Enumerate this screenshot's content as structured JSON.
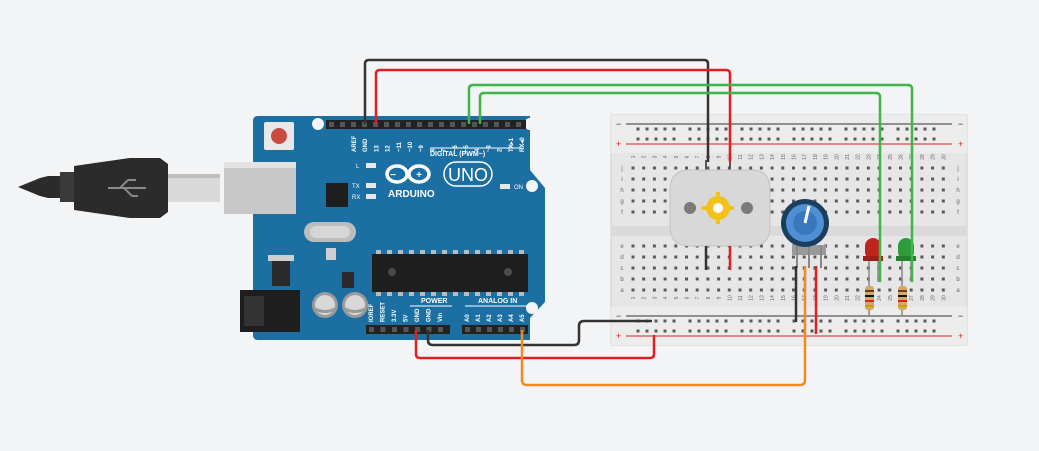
{
  "arduino": {
    "brand": "ARDUINO",
    "model": "UNO",
    "label_digital": "DIGITAL (PWM~)",
    "label_power": "POWER",
    "label_analog": "ANALOG IN",
    "label_on": "ON",
    "label_l": "L",
    "label_tx": "TX",
    "label_rx": "RX",
    "top_pins": [
      "AREF",
      "GND",
      "13",
      "12",
      "~11",
      "~10",
      "~9",
      "8",
      "7",
      "~6",
      "~5",
      "4",
      "~3",
      "2",
      "TX▸1",
      "RX◂0"
    ],
    "power_pins": [
      "IOREF",
      "RESET",
      "3.3V",
      "5V",
      "GND",
      "GND",
      "Vin"
    ],
    "analog_pins": [
      "A0",
      "A1",
      "A2",
      "A3",
      "A4",
      "A5"
    ]
  },
  "breadboard": {
    "rows_top": [
      "j",
      "i",
      "h",
      "g",
      "f"
    ],
    "rows_bottom": [
      "e",
      "d",
      "c",
      "b",
      "a"
    ],
    "columns": [
      "1",
      "2",
      "3",
      "4",
      "5",
      "6",
      "7",
      "8",
      "9",
      "10",
      "11",
      "12",
      "13",
      "14",
      "15",
      "16",
      "17",
      "18",
      "19",
      "20",
      "21",
      "22",
      "23",
      "24",
      "25",
      "26",
      "27",
      "28",
      "29",
      "30"
    ],
    "rail_minus": "−",
    "rail_plus": "+"
  },
  "colors": {
    "board_blue": "#1b6fa3",
    "wire_black": "#333333",
    "wire_red": "#e02020",
    "wire_green": "#3cb54a",
    "wire_orange": "#f08a1e",
    "led_red": "#c0241f",
    "led_green": "#2e9c3a"
  },
  "components": {
    "motor": "dc-motor",
    "potentiometer": "potentiometer",
    "leds": [
      "red-led",
      "green-led"
    ],
    "resistors": 2,
    "usb": "usb-cable"
  }
}
